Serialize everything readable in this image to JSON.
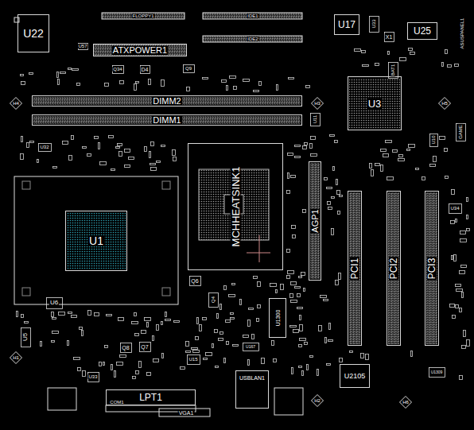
{
  "diagram": {
    "nodes": [
      {
        "text": [
          "U22"
        ]
      },
      {
        "text": [
          "U17"
        ]
      },
      {
        "text": [
          "U25"
        ]
      },
      {
        "text": [
          "ATXPOWER1"
        ]
      },
      {
        "text": [
          "H4"
        ]
      },
      {
        "text": [
          "DIMM2"
        ]
      },
      {
        "text": [
          "DIMM1"
        ]
      },
      {
        "text": [
          "H3"
        ]
      },
      {
        "text": [
          "U3"
        ]
      },
      {
        "text": [
          "H5"
        ]
      },
      {
        "text": [
          "MCHHEATSINK1"
        ]
      },
      {
        "text": [
          "U1"
        ]
      },
      {
        "text": [
          "AGP1"
        ]
      },
      {
        "text": [
          "PCI1"
        ]
      },
      {
        "text": [
          "PCI2"
        ]
      },
      {
        "text": [
          "PCI3"
        ]
      },
      {
        "text": [
          "U1300"
        ]
      },
      {
        "text": [
          "H1"
        ]
      },
      {
        "text": [
          "U2105"
        ]
      },
      {
        "text": [
          "LPT1"
        ]
      },
      {
        "text": [
          "USBLAN1"
        ]
      },
      {
        "text": [
          "H2"
        ]
      },
      {
        "text": [
          "H6"
        ]
      }
    ],
    "labels": [
      "FLOPPY1",
      "IDE1",
      "IDE2",
      "U33",
      "X1",
      "ASUSPANEL1",
      "U57",
      "Q34",
      "D4",
      "Q9",
      "BAT1",
      "U11",
      "U32",
      "GAME",
      "U10",
      "U34",
      "U6",
      "Q6",
      "Q4",
      "U5",
      "Q8",
      "Q7",
      "U15",
      "U167",
      "U33",
      "U1309",
      "COM1",
      "VGA1"
    ]
  }
}
